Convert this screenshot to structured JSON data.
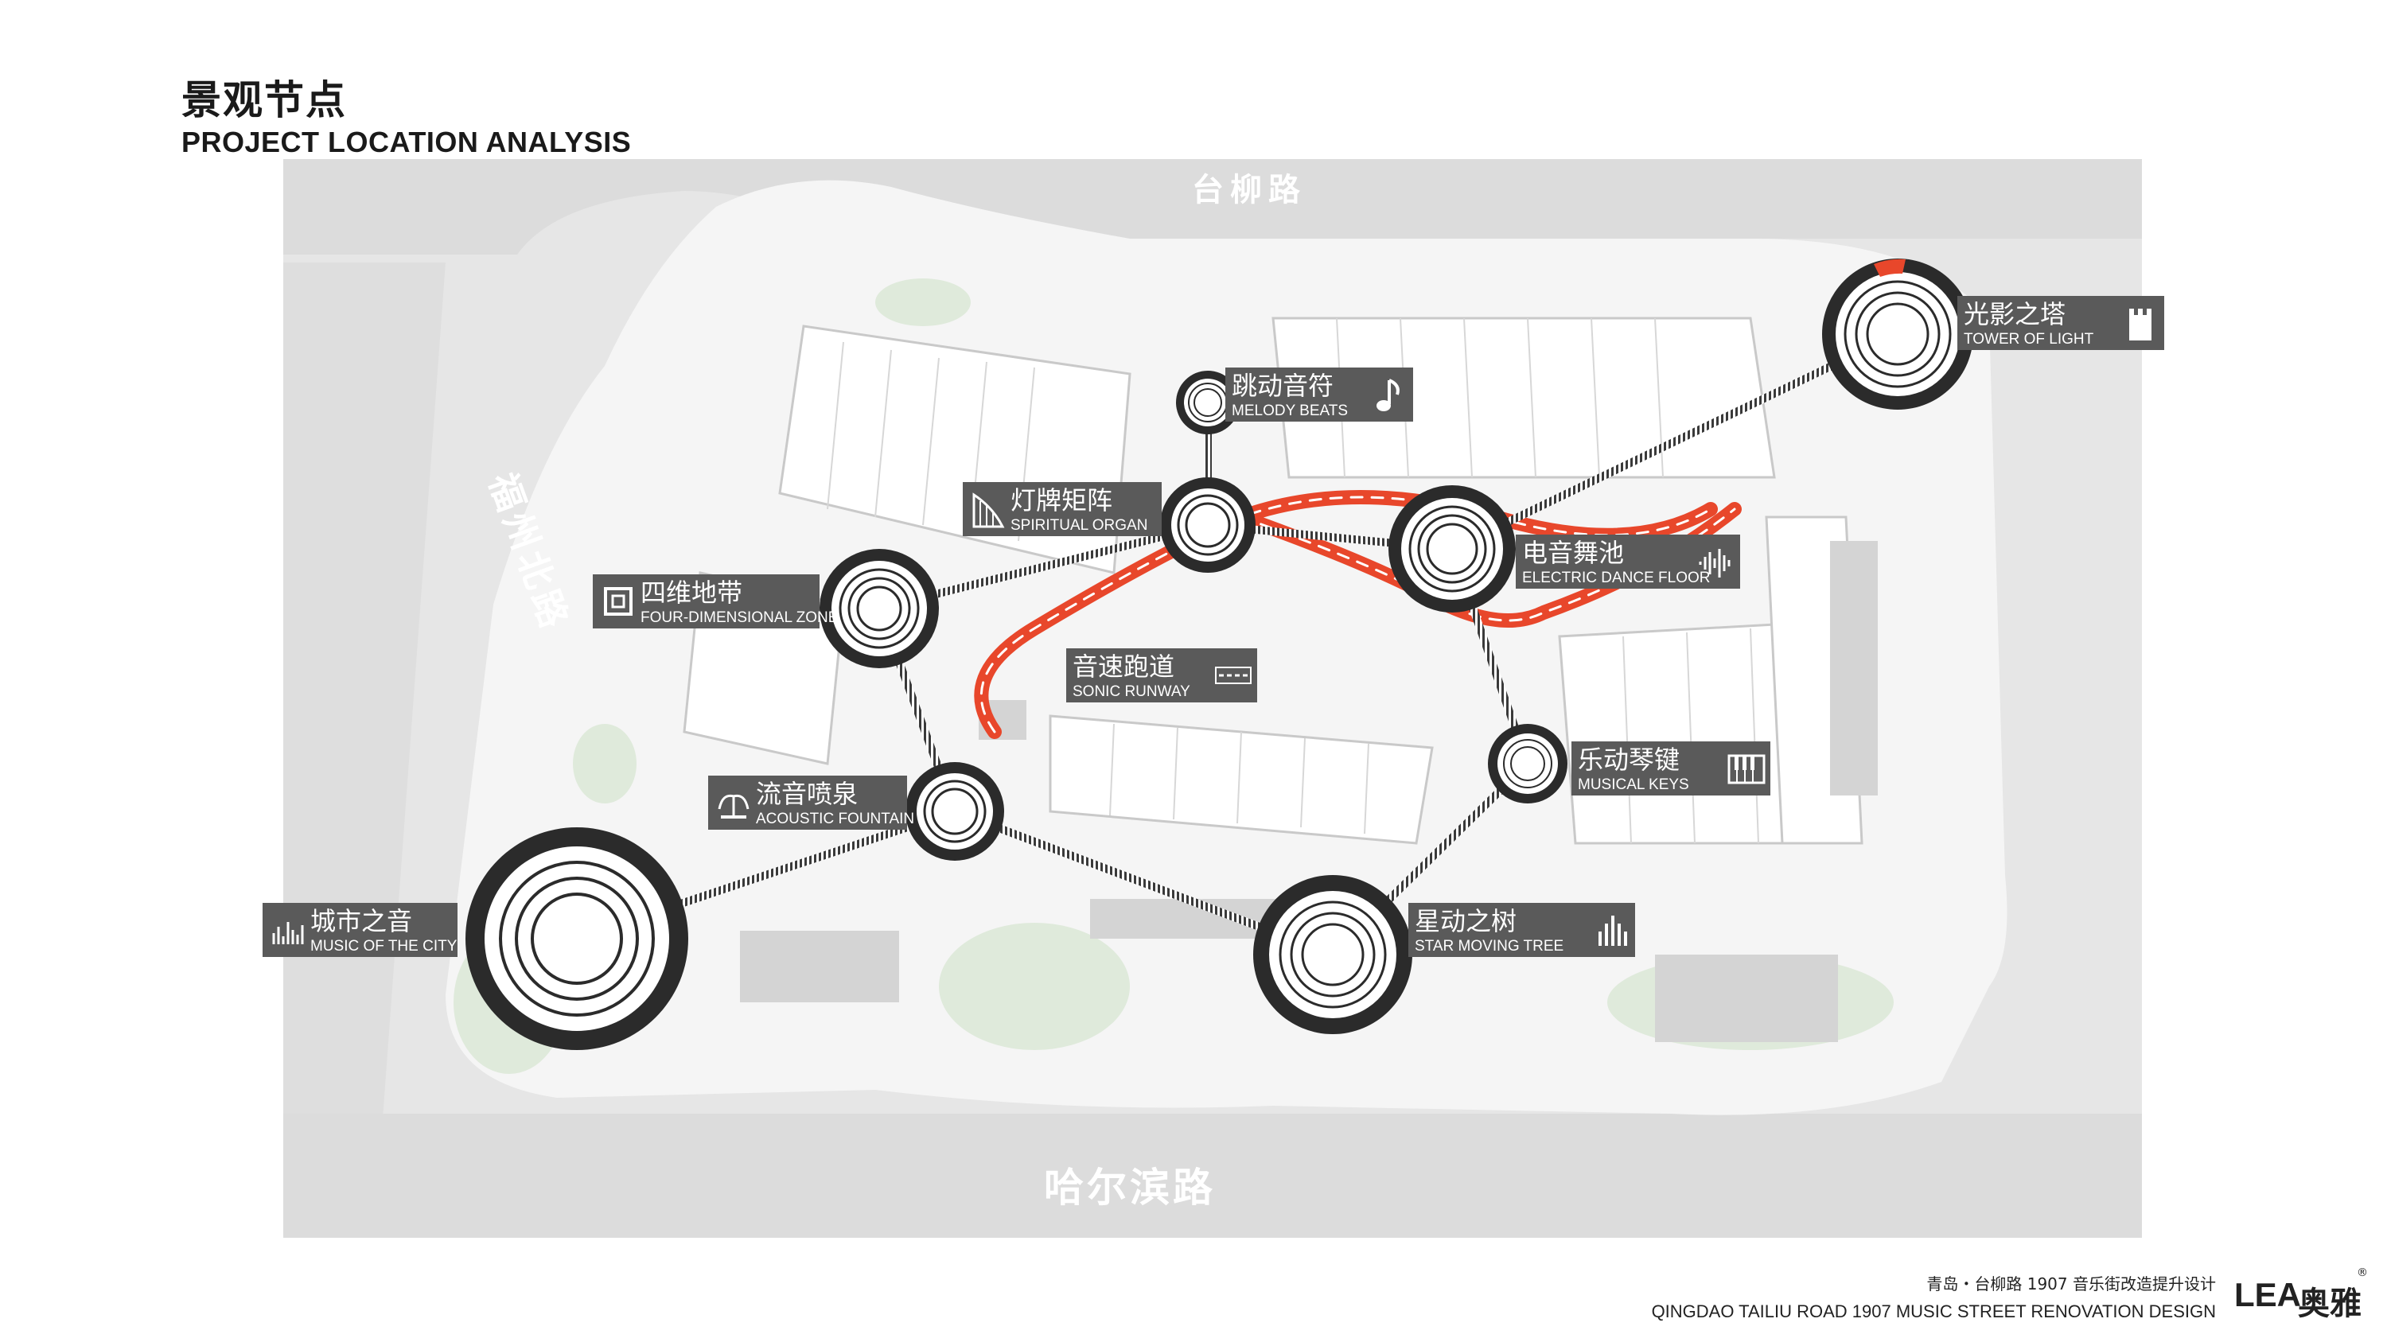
{
  "header": {
    "title_zh": "景观节点",
    "title_en": "PROJECT LOCATION ANALYSIS"
  },
  "roads": {
    "north": "台柳路",
    "west": "福州北路",
    "south": "哈尔滨路"
  },
  "nodes": [
    {
      "id": "tower",
      "zh": "光影之塔",
      "en": "TOWER OF LIGHT",
      "icon": "tower-icon"
    },
    {
      "id": "melody",
      "zh": "跳动音符",
      "en": "MELODY BEATS",
      "icon": "music-note-icon"
    },
    {
      "id": "organ",
      "zh": "灯牌矩阵",
      "en": "SPIRITUAL ORGAN",
      "icon": "harp-icon"
    },
    {
      "id": "dance",
      "zh": "电音舞池",
      "en": "ELECTRIC DANCE FLOOR",
      "icon": "sound-wave-icon"
    },
    {
      "id": "fourd",
      "zh": "四维地带",
      "en": "FOUR-DIMENSIONAL ZONE",
      "icon": "square-frame-icon"
    },
    {
      "id": "runway",
      "zh": "音速跑道",
      "en": "SONIC RUNWAY",
      "icon": "dashed-track-icon"
    },
    {
      "id": "keys",
      "zh": "乐动琴键",
      "en": "MUSICAL KEYS",
      "icon": "piano-keys-icon"
    },
    {
      "id": "fountain",
      "zh": "流音喷泉",
      "en": "ACOUSTIC FOUNTAIN",
      "icon": "fountain-icon"
    },
    {
      "id": "city",
      "zh": "城市之音",
      "en": "MUSIC OF THE CITY",
      "icon": "equalizer-icon"
    },
    {
      "id": "tree",
      "zh": "星动之树",
      "en": "STAR MOVING TREE",
      "icon": "bars-tree-icon"
    }
  ],
  "footer": {
    "project_zh": "青岛・台柳路 1907 音乐街改造提升设计",
    "project_en": "QINGDAO TAILIU ROAD 1907 MUSIC STREET RENOVATION DESIGN",
    "logo_mark": "LEA",
    "logo_name": "奥雅",
    "logo_reg": "®"
  },
  "colors": {
    "accent": "#e8472b",
    "node_ring": "#2b2b2b",
    "label_bg": "#5a5a5a",
    "road_gray": "#e3e3e3",
    "green": "#dbe9d5"
  }
}
